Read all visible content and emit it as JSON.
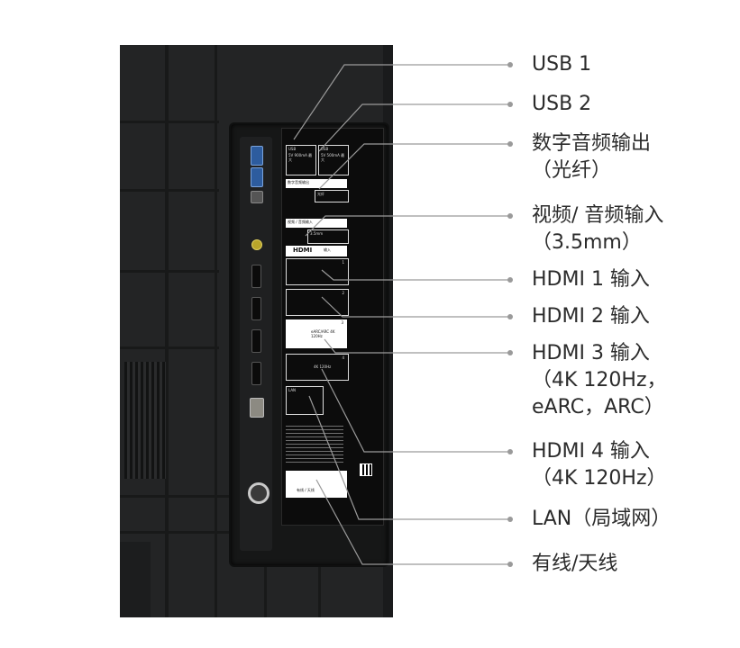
{
  "labels": {
    "usb1": "USB 1",
    "usb2": "USB 2",
    "optical_l1": "数字音频输出",
    "optical_l2": "（光纤）",
    "av_l1": "视频/ 音频输入",
    "av_l2": "（3.5mm）",
    "hdmi1": "HDMI 1 输入",
    "hdmi2": "HDMI 2 输入",
    "hdmi3_l1": "HDMI 3 输入",
    "hdmi3_l2": "（4K 120Hz，",
    "hdmi3_l3": "eARC，ARC）",
    "hdmi4_l1": "HDMI 4 输入",
    "hdmi4_l2": "（4K 120Hz）",
    "lan": "LAN（局域网）",
    "antenna": "有线/天线"
  },
  "sheet": {
    "usb_a": "USB",
    "usb_b": "USB",
    "usb_spec_a": "5V 900mA 最大",
    "usb_spec_b": "5V 500mA 最大",
    "optical": "数字音频输出",
    "optical_tag": "光纤",
    "av": "视频 / 音频输入",
    "av_tag": "3.5mm",
    "hdmi_logo": "HDMI",
    "hdmi_in": "输入",
    "hdmi1_num": "1",
    "hdmi2_num": "2",
    "hdmi3_tag": "eARC/ARC 4K 120Hz",
    "hdmi3_num": "3",
    "hdmi4_tag": "4K 120Hz",
    "hdmi4_num": "4",
    "lan": "LAN",
    "antenna": "有线 / 天线"
  },
  "colors": {
    "tv_body": "#232425",
    "leader": "#9a9a9a",
    "text": "#2b2b2b",
    "usb_port": "#2d5c9e",
    "av_port": "#b8a52a"
  }
}
